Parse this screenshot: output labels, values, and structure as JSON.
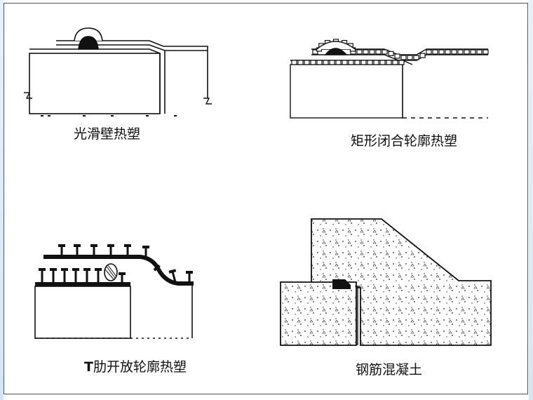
{
  "panels": [
    {
      "id": "smooth-wall",
      "label": "光滑壁热塑"
    },
    {
      "id": "closed-profile",
      "label": "矩形闭合轮廓热塑"
    },
    {
      "id": "t-rib",
      "label_prefix": "T",
      "label": "肋开放轮廓热塑"
    },
    {
      "id": "concrete",
      "label": "钢筋混凝土"
    }
  ],
  "colors": {
    "line": "#111111",
    "frame": "#555555",
    "fill": "#ffffff",
    "gasket": "#111111",
    "accent": "#d4e6f6"
  }
}
